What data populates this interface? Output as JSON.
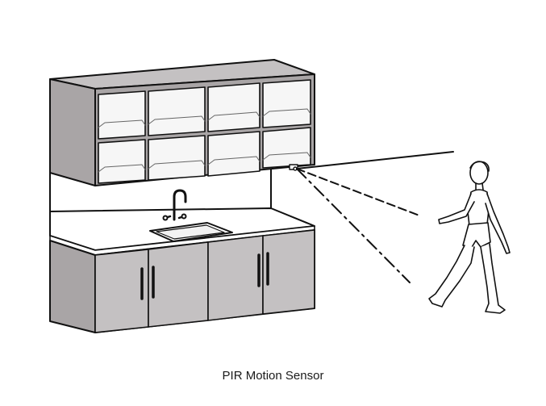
{
  "caption": "PIR Motion Sensor",
  "colors": {
    "cabinet_body": "#a9a5a6",
    "cabinet_top": "#c4c1c2",
    "cabinet_shelf_inner": "#f6f6f6",
    "outline": "#111111",
    "counter": "#ffffff"
  },
  "illustration": {
    "upper_cabinet_cells": 8,
    "lower_cabinet_doors": 4,
    "sensor_detection_lines": 3
  }
}
